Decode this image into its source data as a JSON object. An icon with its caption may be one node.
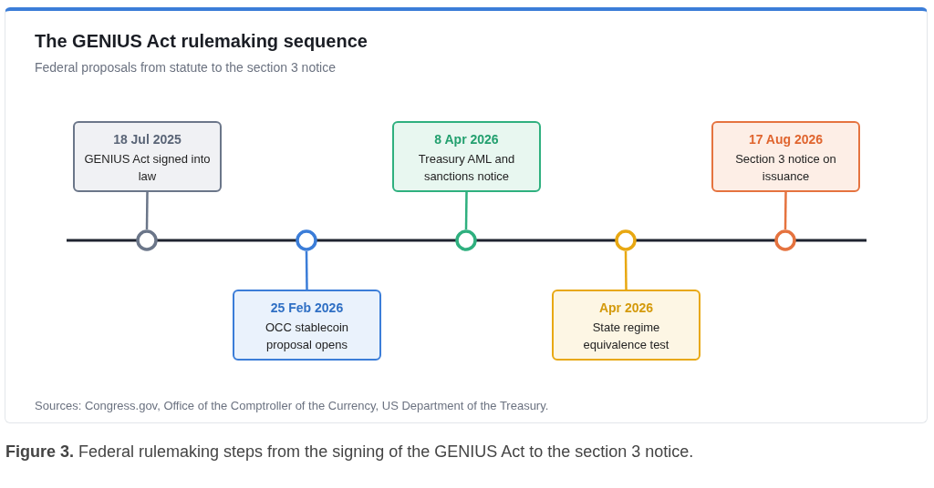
{
  "diagram": {
    "title": "The GENIUS Act rulemaking sequence",
    "caption": "**Figure 3.** Federal rulemaking steps from the signing of the GENIUS Act to the section 3 notice.",
    "nodes": [
      {
        "text": [
          "18 Jul 2025",
          "GENIUS Act signed into law"
        ]
      },
      {
        "text": [
          "25 Feb 2026",
          "OCC stablecoin proposal opens"
        ]
      },
      {
        "text": [
          "8 Apr 2026",
          "Treasury AML and sanctions notice"
        ]
      },
      {
        "text": [
          "Apr 2026",
          "State regime equivalence test"
        ]
      },
      {
        "text": [
          "17 Aug 2026",
          "Section 3 notice on issuance"
        ]
      },
      {
        "text": [],
        "shape": "circle"
      },
      {
        "text": [],
        "shape": "circle"
      },
      {
        "text": [],
        "shape": "circle"
      },
      {
        "text": [],
        "shape": "circle"
      },
      {
        "text": [],
        "shape": "circle"
      }
    ],
    "edges": [
      {
        "from": 0,
        "to": 5,
        "arrow": "none",
        "color": "#6b7689"
      },
      {
        "from": 1,
        "to": 6,
        "arrow": "none",
        "color": "#3b7dd8"
      },
      {
        "from": 2,
        "to": 7,
        "arrow": "none",
        "color": "#2fb07f"
      },
      {
        "from": 3,
        "to": 8,
        "arrow": "none",
        "color": "#e8a812"
      },
      {
        "from": 4,
        "to": 9,
        "arrow": "none",
        "color": "#e5733f"
      }
    ],
    "labels": [
      "Federal proposals from statute to the section 3 notice",
      "Sources: Congress.gov, Office of the Comptroller of the Currency, US Department of the Treasury."
    ]
  }
}
